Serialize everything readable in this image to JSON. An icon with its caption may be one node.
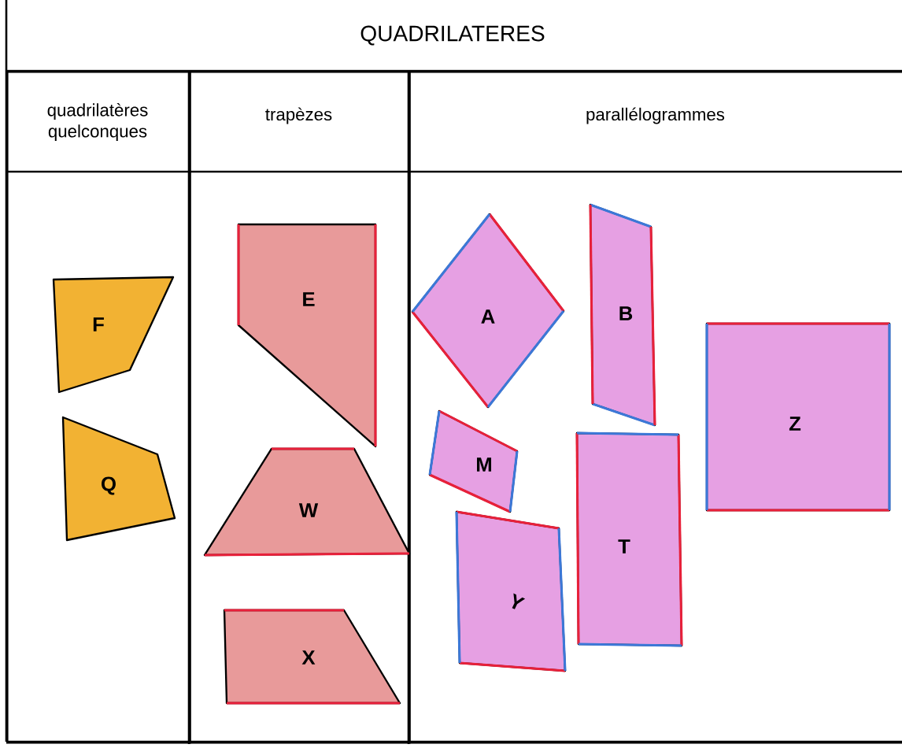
{
  "diagram": {
    "title": "QUADRILATERES",
    "nodes": [
      {
        "text": [
          "quadrilatères quelconques"
        ]
      },
      {
        "text": [
          "F"
        ],
        "in": 0
      },
      {
        "text": [
          "Q"
        ],
        "in": 0
      },
      {
        "text": [
          "trapèzes"
        ]
      },
      {
        "text": [
          "E"
        ],
        "in": 3
      },
      {
        "text": [
          "W"
        ],
        "in": 3
      },
      {
        "text": [
          "X"
        ],
        "in": 3
      },
      {
        "text": [
          "parallélogrammes"
        ]
      },
      {
        "text": [
          "A"
        ],
        "in": 7
      },
      {
        "text": [
          "B"
        ],
        "in": 7
      },
      {
        "text": [
          "Z"
        ],
        "in": 7
      },
      {
        "text": [
          "M"
        ],
        "in": 7
      },
      {
        "text": [
          "T"
        ],
        "in": 7
      },
      {
        "text": [
          "Y"
        ],
        "in": 7
      }
    ]
  }
}
